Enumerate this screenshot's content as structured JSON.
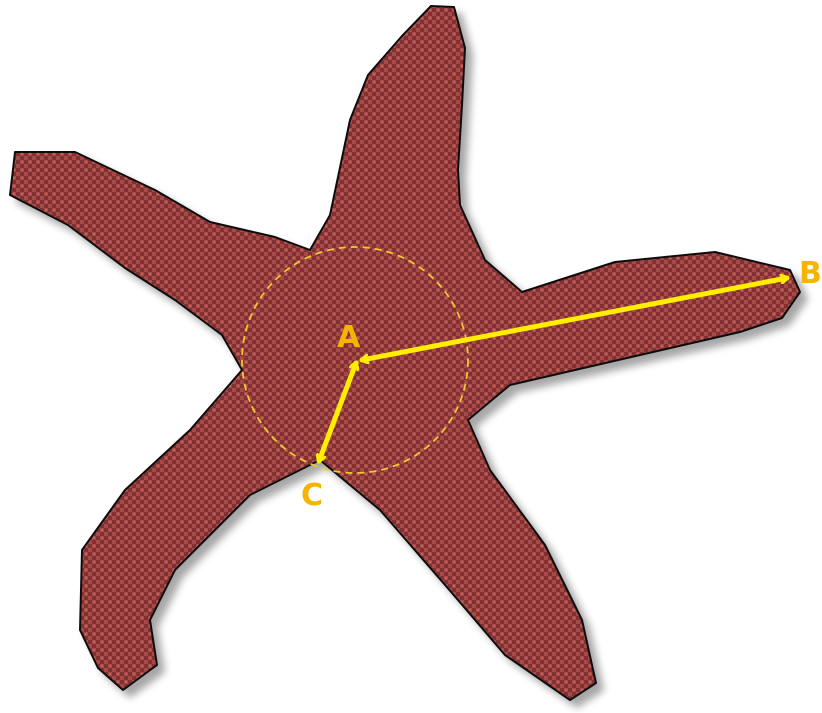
{
  "labels": {
    "a": "A",
    "b": "B",
    "c": "C"
  },
  "colors": {
    "body_fill": "#a94846",
    "pattern_dark": "#5e1f1f",
    "outline": "#111111",
    "arrow": "#ffee00",
    "label_a": "#f5b400",
    "label_b": "#f5b400",
    "label_c": "#f5b400",
    "circle": "#f0c830"
  },
  "icons": {
    "body": "starfish-shape",
    "center_circle": "dashed-circle",
    "arrow_ab": "double-headed-arrow",
    "arrow_ac": "double-headed-arrow"
  }
}
